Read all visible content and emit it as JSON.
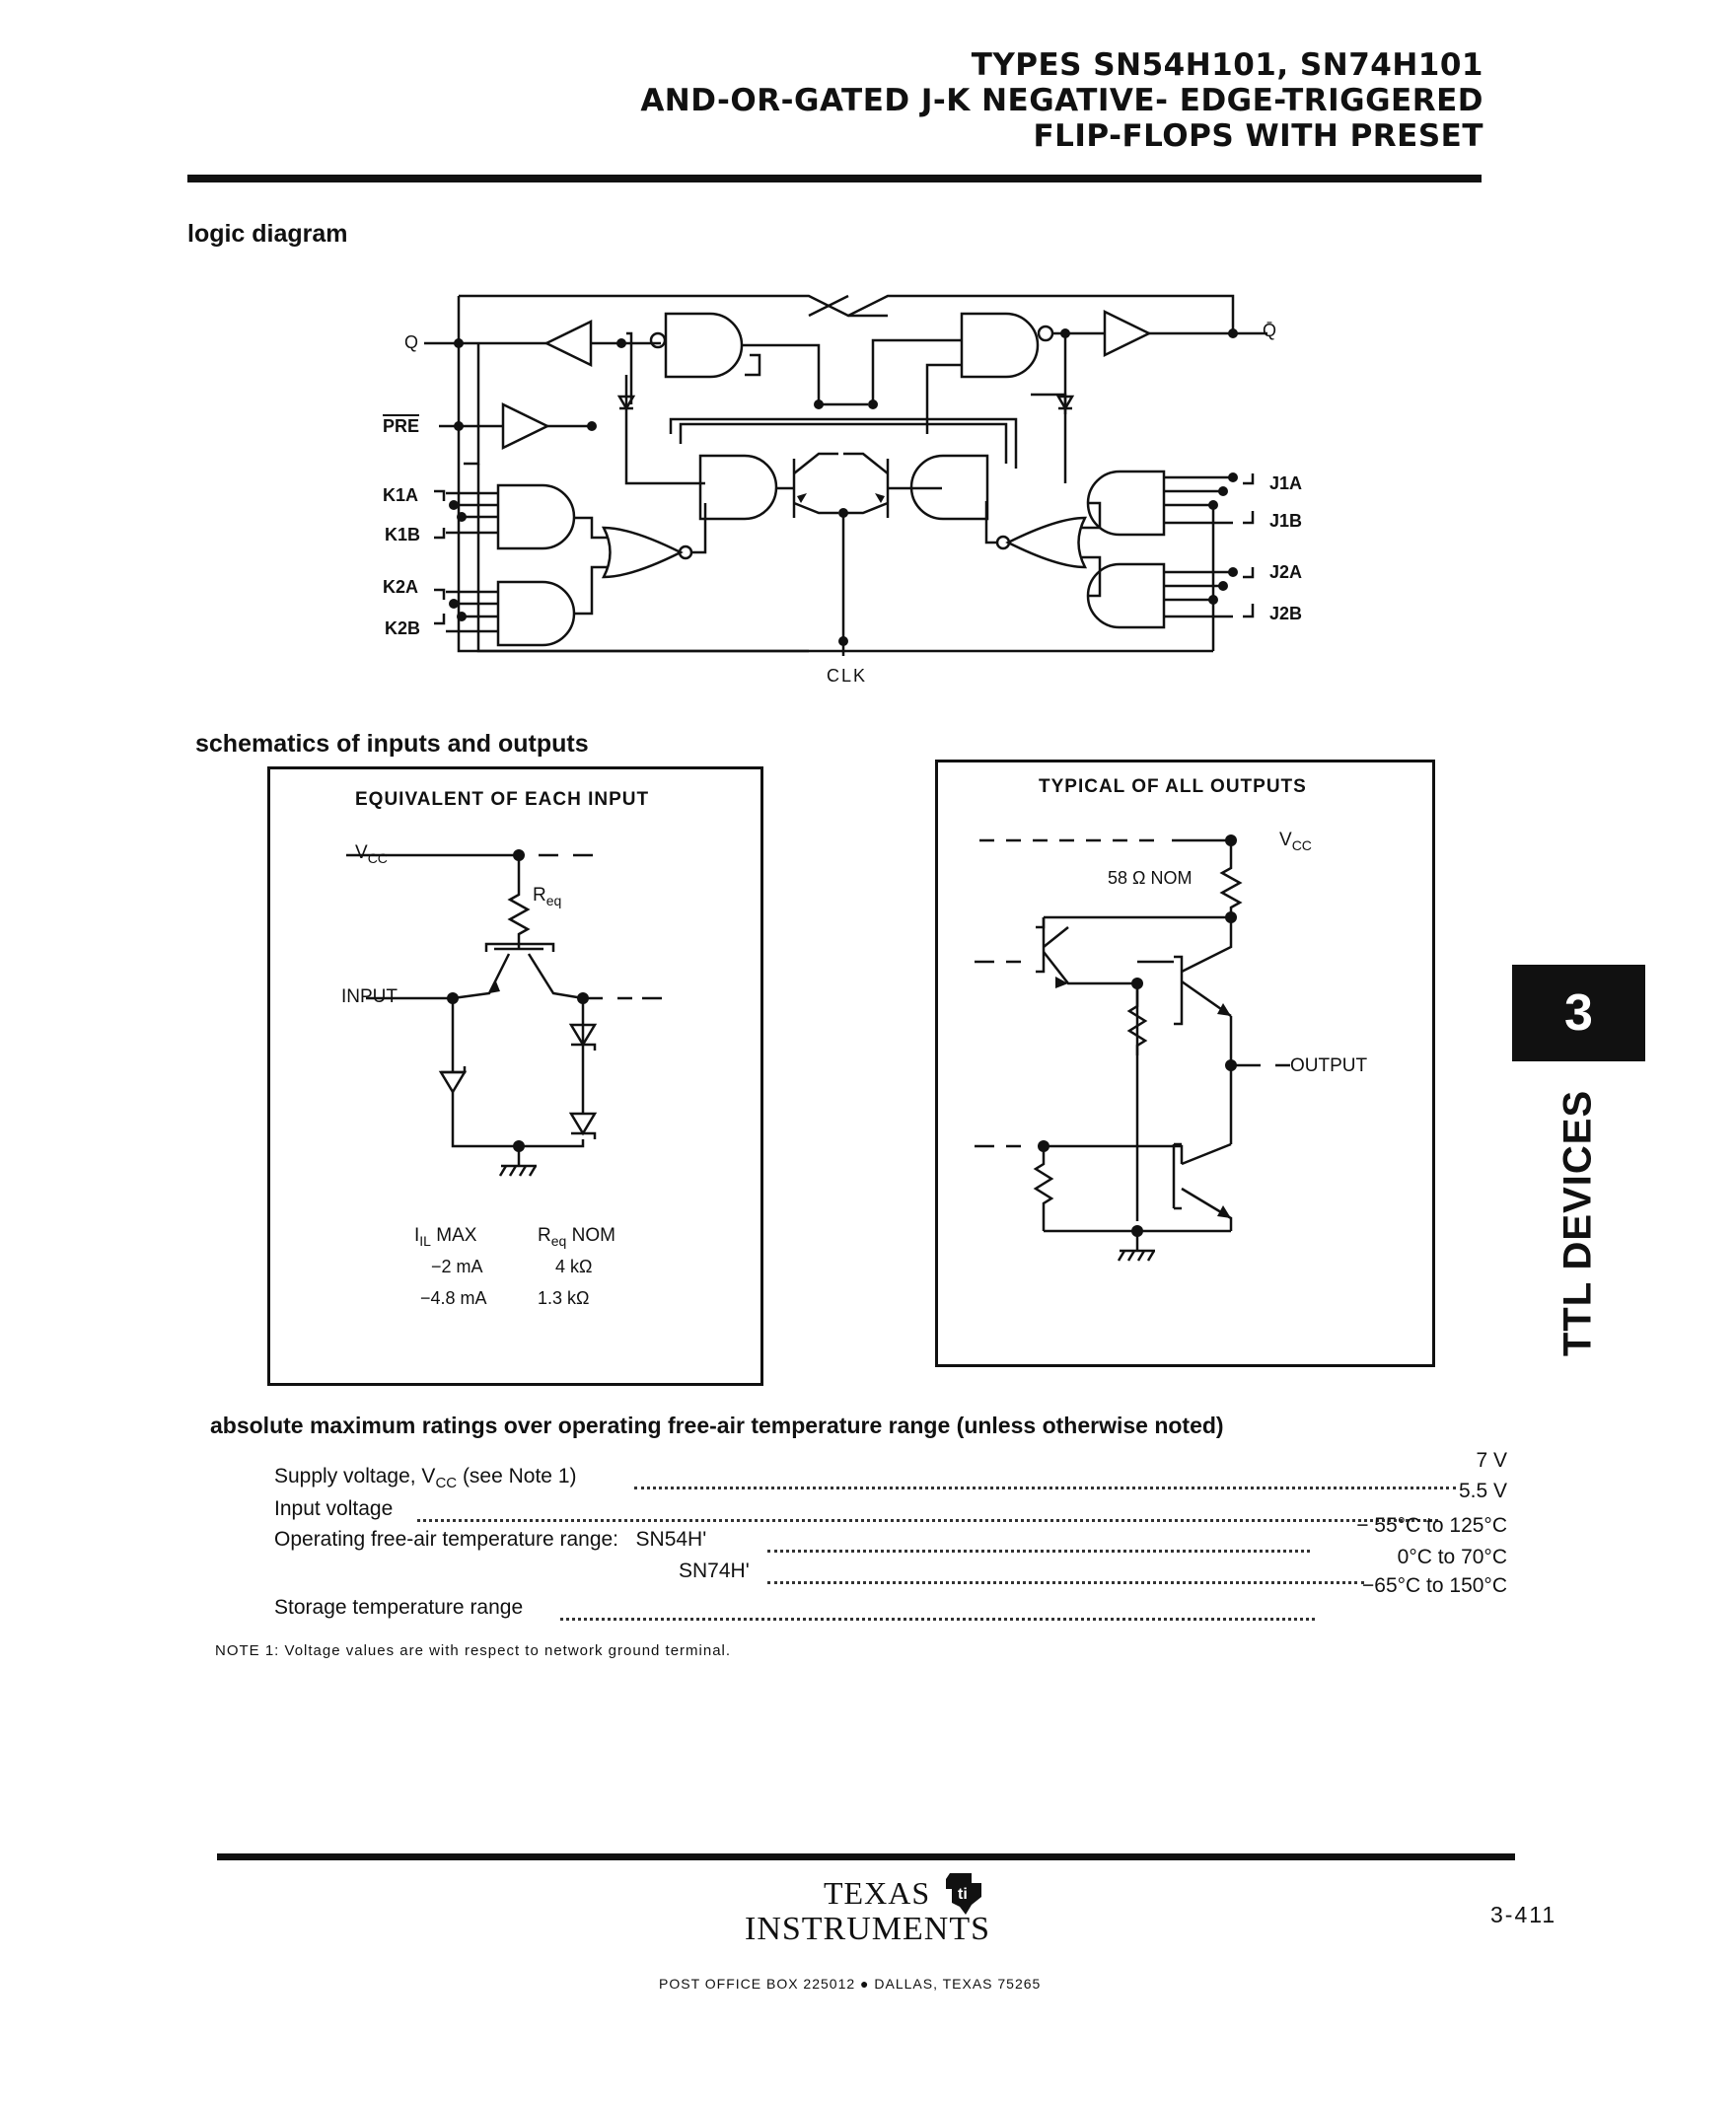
{
  "header": {
    "title_line1": "TYPES SN54H101, SN74H101",
    "title_line2": "AND-OR-GATED J-K NEGATIVE- EDGE-TRIGGERED",
    "title_line3": "FLIP-FLOPS WITH PRESET"
  },
  "logic_diagram": {
    "heading": "logic diagram",
    "labels": {
      "q": "Q",
      "q_bar": "Q̄",
      "pre": "PRE",
      "k1a": "K1A",
      "k1b": "K1B",
      "k2a": "K2A",
      "k2b": "K2B",
      "j1a": "J1A",
      "j1b": "J1B",
      "j2a": "J2A",
      "j2b": "J2B",
      "clk": "CLK"
    }
  },
  "schematics": {
    "heading": "schematics of inputs and outputs",
    "input_box": {
      "title": "EQUIVALENT OF EACH INPUT",
      "vcc": "V",
      "vcc_sub": "CC",
      "req": "R",
      "req_sub": "eq",
      "input": "INPUT",
      "table_head_iil": "I",
      "table_head_iil_sub": "IL",
      "table_head_iil_rest": " MAX",
      "table_head_req": "R",
      "table_head_req_sub": "eq",
      "table_head_req_rest": " NOM",
      "rows": [
        {
          "iil": "−2 mA",
          "req": "4 kΩ"
        },
        {
          "iil": "−4.8 mA",
          "req": "1.3 kΩ"
        }
      ]
    },
    "output_box": {
      "title": "TYPICAL OF ALL OUTPUTS",
      "vcc": "V",
      "vcc_sub": "CC",
      "resistor": "58 Ω NOM",
      "output": "OUTPUT"
    }
  },
  "ratings": {
    "heading": "absolute maximum ratings over operating free-air temperature range (unless otherwise noted)",
    "rows": [
      {
        "label": "Supply voltage, V",
        "label_sub": "CC",
        "label_rest": " (see Note 1)",
        "value": "7 V"
      },
      {
        "label": "Input voltage",
        "value": "5.5 V"
      },
      {
        "label": "Operating free-air temperature range:   SN54H'",
        "value": "− 55°C to 125°C"
      },
      {
        "label": "SN74H'",
        "value": "0°C to 70°C"
      },
      {
        "label": "Storage temperature range",
        "value": "−65°C to 150°C"
      }
    ],
    "note": "NOTE 1:  Voltage values are with respect to network ground terminal."
  },
  "side_tab": {
    "number": "3",
    "vertical_text": "TTL DEVICES"
  },
  "footer": {
    "logo_line1": "TEXAS",
    "logo_line2": "INSTRUMENTS",
    "address": "POST OFFICE BOX 225012 ● DALLAS, TEXAS 75265",
    "page_number": "3-411"
  }
}
